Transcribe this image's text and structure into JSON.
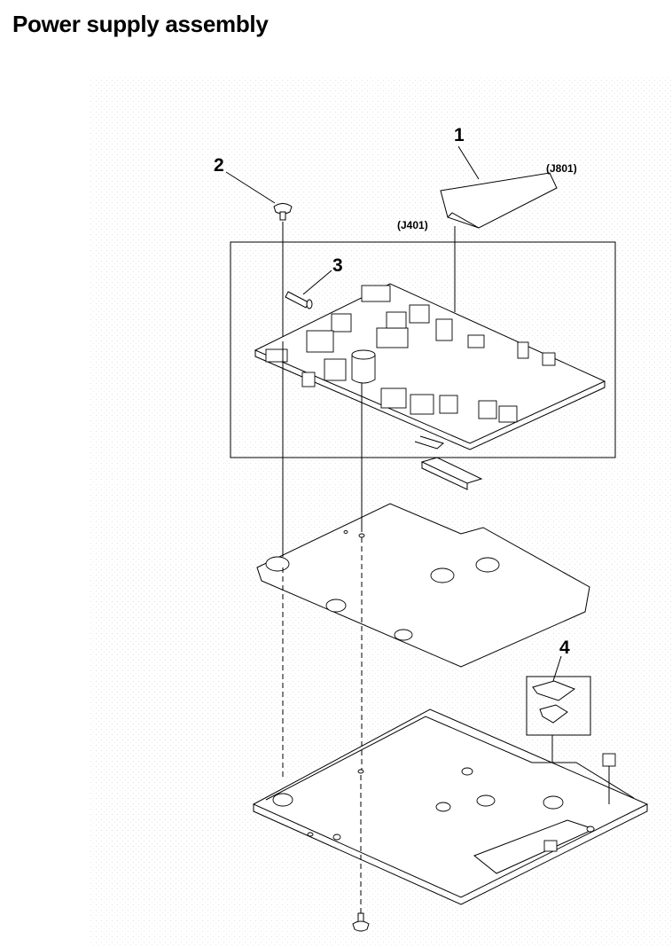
{
  "page": {
    "title": "Power supply assembly"
  },
  "diagram": {
    "callouts": [
      {
        "id": "1",
        "label": "1"
      },
      {
        "id": "2",
        "label": "2"
      },
      {
        "id": "3",
        "label": "3"
      },
      {
        "id": "4",
        "label": "4"
      }
    ],
    "connectors": [
      {
        "label": "(J801)"
      },
      {
        "label": "(J401)"
      }
    ]
  }
}
